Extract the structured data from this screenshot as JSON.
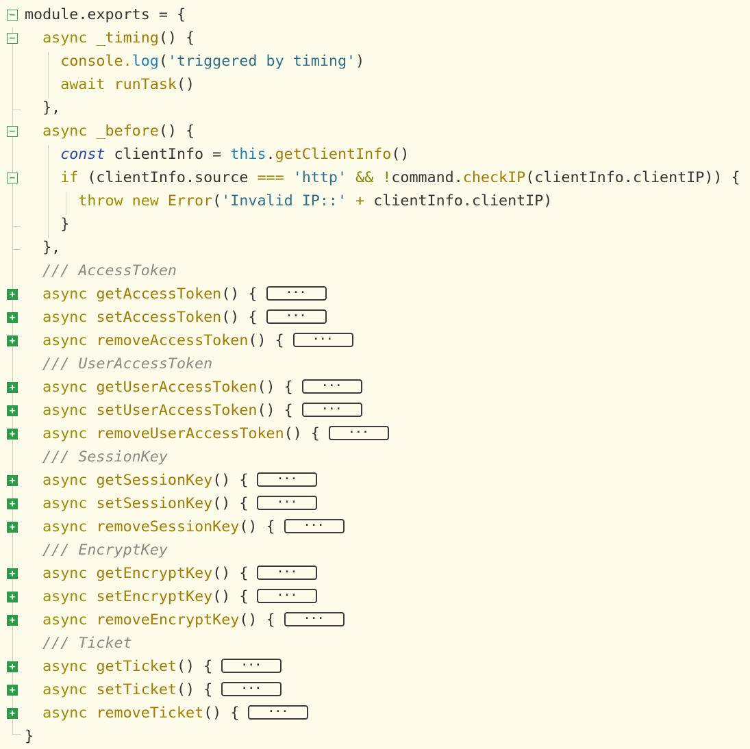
{
  "fold_pill_label": "···",
  "lines": [
    {
      "tokens": [
        [
          "module.exports = {",
          "default"
        ]
      ]
    },
    {
      "tokens": [
        [
          "async ",
          "kw"
        ],
        [
          "_timing",
          "fn"
        ],
        [
          "() {",
          "default"
        ]
      ]
    },
    {
      "tokens": [
        [
          "console.",
          "fn"
        ],
        [
          "log",
          "prop"
        ],
        [
          "(",
          "default"
        ],
        [
          "'triggered by timing'",
          "str"
        ],
        [
          ")",
          "default"
        ]
      ]
    },
    {
      "tokens": [
        [
          "await ",
          "kw"
        ],
        [
          "runTask",
          "fn"
        ],
        [
          "()",
          "default"
        ]
      ]
    },
    {
      "tokens": [
        [
          "},",
          "default"
        ]
      ]
    },
    {
      "tokens": [
        [
          "async ",
          "kw"
        ],
        [
          "_before",
          "fn"
        ],
        [
          "() {",
          "default"
        ]
      ]
    },
    {
      "tokens": [
        [
          "const",
          "const"
        ],
        [
          " clientInfo = ",
          "default"
        ],
        [
          "this",
          "prop"
        ],
        [
          ".",
          "default"
        ],
        [
          "getClientInfo",
          "fn"
        ],
        [
          "()",
          "default"
        ]
      ]
    },
    {
      "tokens": [
        [
          "if ",
          "kw"
        ],
        [
          "(clientInfo.source ",
          "default"
        ],
        [
          "=== ",
          "op"
        ],
        [
          "'http'",
          "str"
        ],
        [
          " && !",
          "op"
        ],
        [
          "command.",
          "default"
        ],
        [
          "checkIP",
          "fn"
        ],
        [
          "(clientInfo.clientIP)) {",
          "default"
        ]
      ]
    },
    {
      "tokens": [
        [
          "throw new ",
          "kw"
        ],
        [
          "Error",
          "fn"
        ],
        [
          "(",
          "default"
        ],
        [
          "'Invalid IP::'",
          "str"
        ],
        [
          " + ",
          "op"
        ],
        [
          "clientInfo.clientIP)",
          "default"
        ]
      ]
    },
    {
      "tokens": [
        [
          "}",
          "default"
        ]
      ]
    },
    {
      "tokens": [
        [
          "},",
          "default"
        ]
      ]
    },
    {
      "tokens": [
        [
          "/// AccessToken",
          "comment"
        ]
      ]
    },
    {
      "tokens": [
        [
          "async ",
          "kw"
        ],
        [
          "getAccessToken",
          "fn"
        ],
        [
          "() {",
          "default"
        ]
      ]
    },
    {
      "tokens": [
        [
          "async ",
          "kw"
        ],
        [
          "setAccessToken",
          "fn"
        ],
        [
          "() {",
          "default"
        ]
      ]
    },
    {
      "tokens": [
        [
          "async ",
          "kw"
        ],
        [
          "removeAccessToken",
          "fn"
        ],
        [
          "() {",
          "default"
        ]
      ]
    },
    {
      "tokens": [
        [
          "/// UserAccessToken",
          "comment"
        ]
      ]
    },
    {
      "tokens": [
        [
          "async ",
          "kw"
        ],
        [
          "getUserAccessToken",
          "fn"
        ],
        [
          "() {",
          "default"
        ]
      ]
    },
    {
      "tokens": [
        [
          "async ",
          "kw"
        ],
        [
          "setUserAccessToken",
          "fn"
        ],
        [
          "() {",
          "default"
        ]
      ]
    },
    {
      "tokens": [
        [
          "async ",
          "kw"
        ],
        [
          "removeUserAccessToken",
          "fn"
        ],
        [
          "() {",
          "default"
        ]
      ]
    },
    {
      "tokens": [
        [
          "/// SessionKey",
          "comment"
        ]
      ]
    },
    {
      "tokens": [
        [
          "async ",
          "kw"
        ],
        [
          "getSessionKey",
          "fn"
        ],
        [
          "() {",
          "default"
        ]
      ]
    },
    {
      "tokens": [
        [
          "async ",
          "kw"
        ],
        [
          "setSessionKey",
          "fn"
        ],
        [
          "() {",
          "default"
        ]
      ]
    },
    {
      "tokens": [
        [
          "async ",
          "kw"
        ],
        [
          "removeSessionKey",
          "fn"
        ],
        [
          "() {",
          "default"
        ]
      ]
    },
    {
      "tokens": [
        [
          "/// EncryptKey",
          "comment"
        ]
      ]
    },
    {
      "tokens": [
        [
          "async ",
          "kw"
        ],
        [
          "getEncryptKey",
          "fn"
        ],
        [
          "() {",
          "default"
        ]
      ]
    },
    {
      "tokens": [
        [
          "async ",
          "kw"
        ],
        [
          "setEncryptKey",
          "fn"
        ],
        [
          "() {",
          "default"
        ]
      ]
    },
    {
      "tokens": [
        [
          "async ",
          "kw"
        ],
        [
          "removeEncryptKey",
          "fn"
        ],
        [
          "() {",
          "default"
        ]
      ]
    },
    {
      "tokens": [
        [
          "/// Ticket",
          "comment"
        ]
      ]
    },
    {
      "tokens": [
        [
          "async ",
          "kw"
        ],
        [
          "getTicket",
          "fn"
        ],
        [
          "() {",
          "default"
        ]
      ]
    },
    {
      "tokens": [
        [
          "async ",
          "kw"
        ],
        [
          "setTicket",
          "fn"
        ],
        [
          "() {",
          "default"
        ]
      ]
    },
    {
      "tokens": [
        [
          "async ",
          "kw"
        ],
        [
          "removeTicket",
          "fn"
        ],
        [
          "() {",
          "default"
        ]
      ]
    },
    {
      "tokens": [
        [
          "}",
          "default"
        ]
      ]
    }
  ],
  "fold_states": {
    "0": "open",
    "1": "open",
    "5": "open",
    "7": "open",
    "12": "closed",
    "13": "closed",
    "14": "closed",
    "16": "closed",
    "17": "closed",
    "18": "closed",
    "20": "closed",
    "21": "closed",
    "22": "closed",
    "24": "closed",
    "25": "closed",
    "26": "closed",
    "28": "closed",
    "29": "closed",
    "30": "closed"
  },
  "colors": {
    "background": "#fdfbe9",
    "keyword": "#9b8b00",
    "function": "#a07c00",
    "string": "#2f6e87",
    "property": "#1d7fb5",
    "comment": "#8a8a80",
    "fold_closed": "#2f9a4a",
    "fold_open": "#3d9e50"
  },
  "icons": {
    "fold_open": "minus-box-icon",
    "fold_closed": "plus-box-icon"
  }
}
